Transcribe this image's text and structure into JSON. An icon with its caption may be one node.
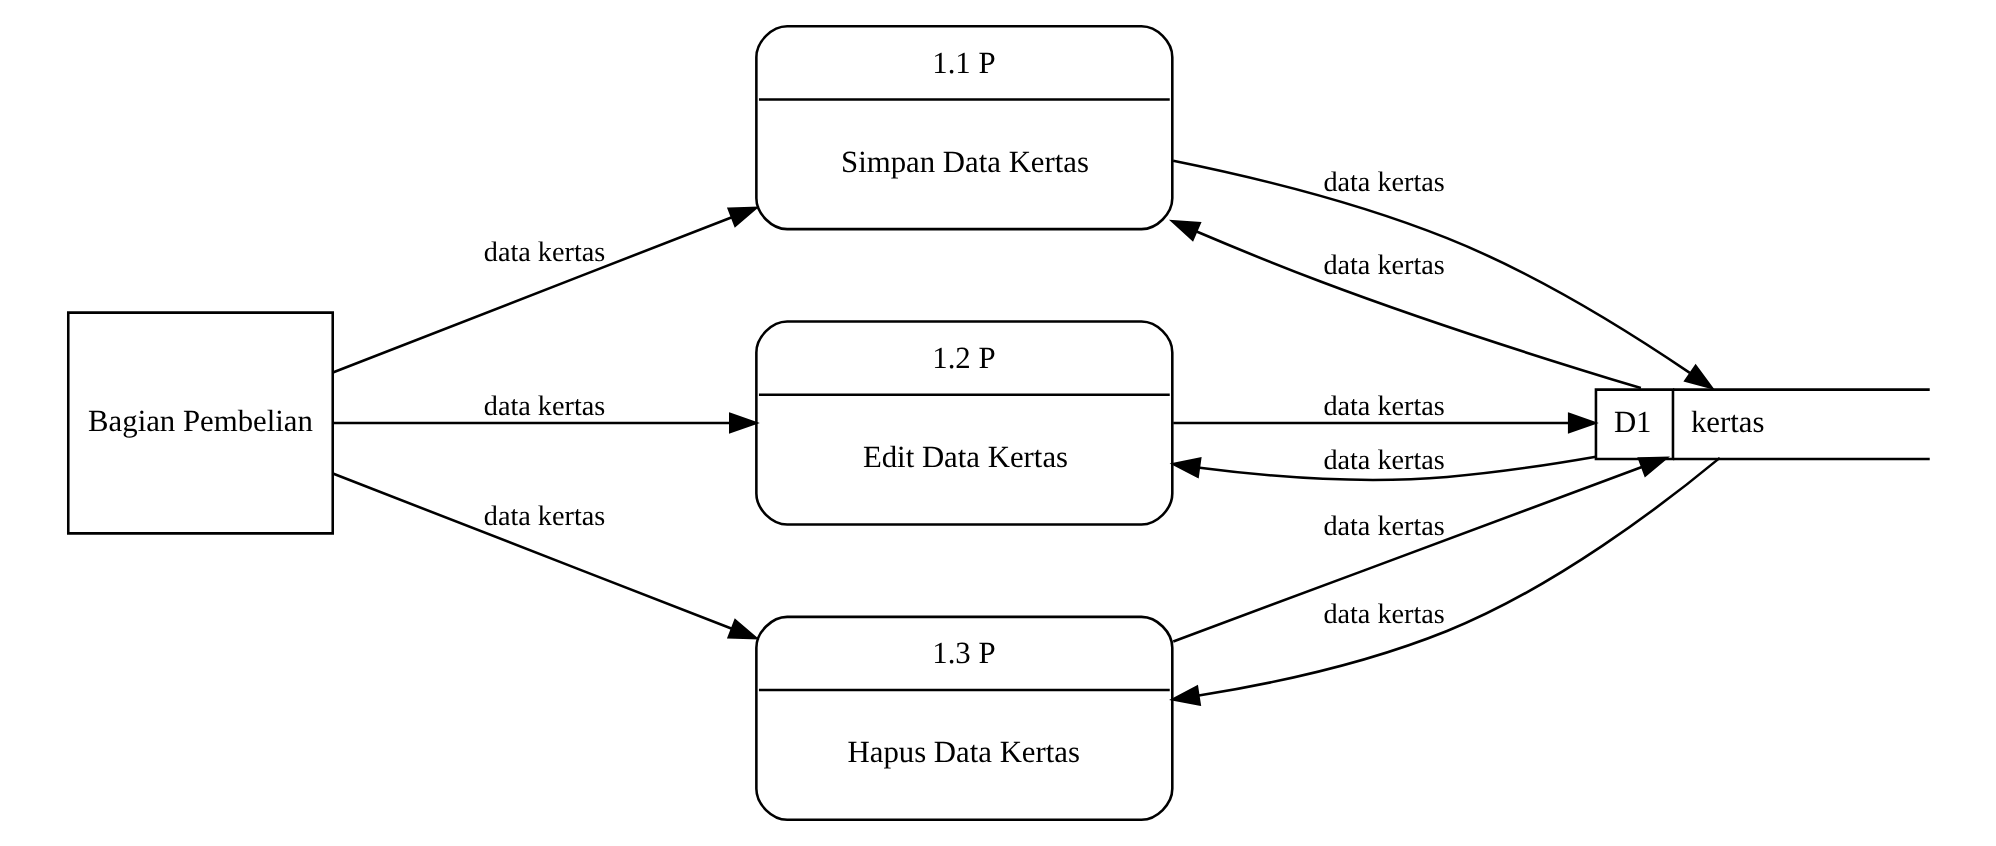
{
  "diagram": {
    "nodes": [
      {
        "text": [
          "Bagian Pembelian"
        ]
      },
      {
        "text": [
          "1.1 P",
          "Simpan Data Kertas"
        ]
      },
      {
        "text": [
          "1.2 P",
          "Edit Data Kertas"
        ]
      },
      {
        "text": [
          "1.3 P",
          "Hapus Data Kertas"
        ]
      },
      {
        "text": [
          "D1",
          "kertas"
        ]
      }
    ],
    "edges": [
      {
        "from": 0,
        "to": 1,
        "arrow": "to",
        "label": "data kertas"
      },
      {
        "from": 1,
        "to": 4,
        "arrow": "to",
        "label": "data kertas"
      },
      {
        "from": 4,
        "to": 1,
        "arrow": "to",
        "label": "data kertas"
      },
      {
        "from": 0,
        "to": 2,
        "arrow": "to",
        "label": "data kertas"
      },
      {
        "from": 2,
        "to": 4,
        "arrow": "to",
        "label": "data kertas"
      },
      {
        "from": 4,
        "to": 2,
        "arrow": "to",
        "label": "data kertas"
      },
      {
        "from": 0,
        "to": 3,
        "arrow": "to",
        "label": "data kertas"
      },
      {
        "from": 3,
        "to": 4,
        "arrow": "to",
        "label": "data kertas"
      },
      {
        "from": 4,
        "to": 3,
        "arrow": "to",
        "label": "data kertas"
      }
    ]
  }
}
